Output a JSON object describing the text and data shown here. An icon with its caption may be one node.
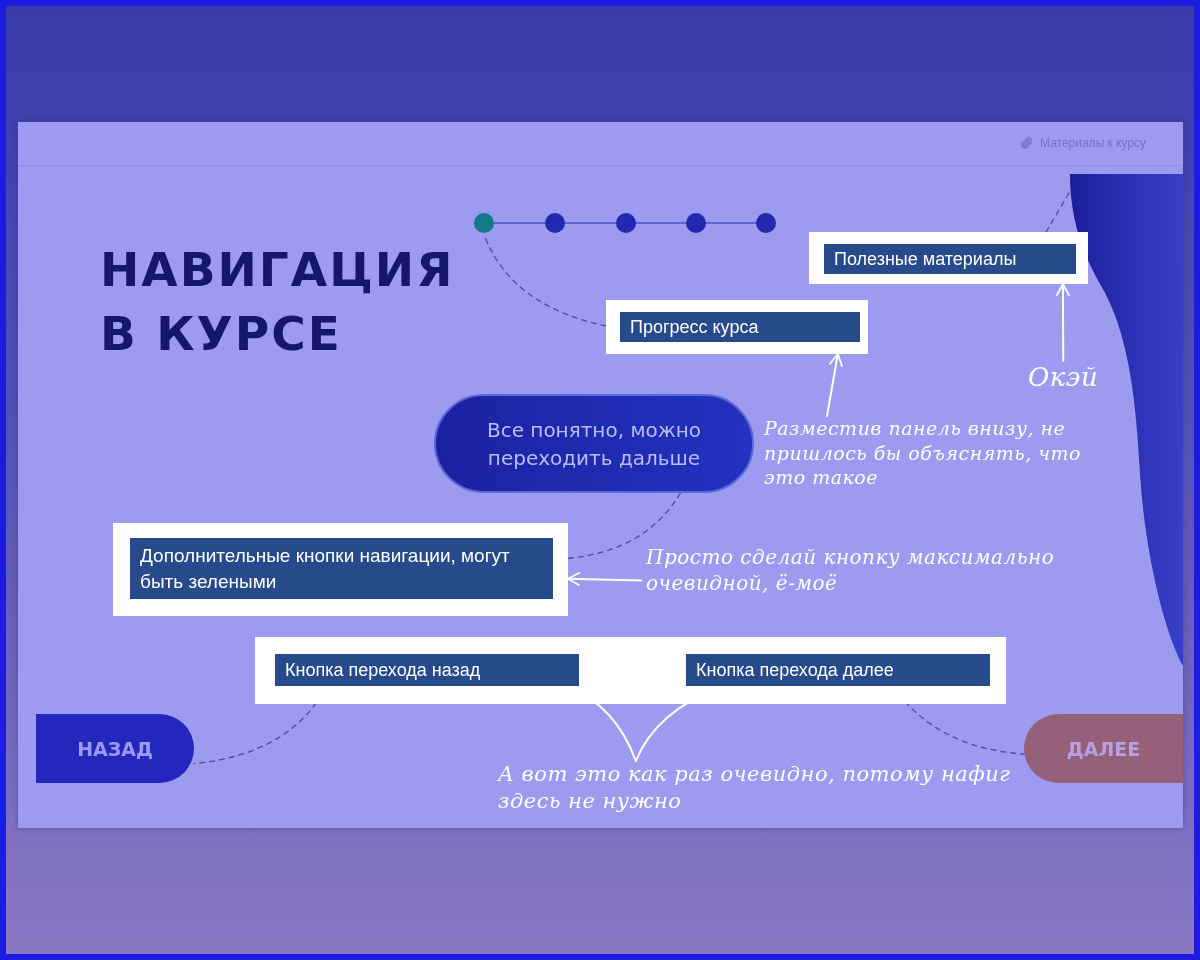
{
  "diagram": {
    "title": "НАВИГАЦИЯ В КУРСЕ",
    "nodes": [
      {
        "text": [],
        "shape": "bar"
      },
      {
        "text": [],
        "shape": "panel"
      },
      {
        "text": [
          "Полезные материалы"
        ]
      },
      {
        "text": [
          "Прогресс курса"
        ]
      },
      {
        "text": [
          "Окэй"
        ]
      },
      {
        "text": [
          "Разместив панель внизу, не пришлось бы объяснять, что это такое"
        ]
      },
      {
        "text": [
          "Все понятно, можно переходить дальше"
        ]
      },
      {
        "text": [
          "Дополнительные кнопки навигации, могут быть зелеными"
        ]
      },
      {
        "text": [
          "Просто сделай кнопку максимально очевидной, ё-моё"
        ]
      },
      {
        "text": [],
        "shape": "box"
      },
      {
        "text": [
          "Кнопка перехода назад"
        ],
        "in": 9
      },
      {
        "text": [
          "Кнопка перехода далее"
        ],
        "in": 9
      },
      {
        "text": [
          "НАЗАД"
        ]
      },
      {
        "text": [
          "ДАЛЕЕ"
        ]
      },
      {
        "text": [
          "А вот это как раз очевидно, потому нафиг здесь не нужно"
        ]
      }
    ],
    "edges": [
      {
        "from": 2,
        "to": 1,
        "arrow": "none",
        "style": "dashed",
        "color": "#4b4f8f"
      },
      {
        "from": 3,
        "to": 0,
        "arrow": "none",
        "style": "dashed",
        "color": "#4b4f8f"
      },
      {
        "from": 4,
        "to": 2,
        "arrow": "to",
        "color": "#ffffff"
      },
      {
        "from": 5,
        "to": 3,
        "arrow": "to",
        "color": "#ffffff"
      },
      {
        "from": 6,
        "to": 7,
        "arrow": "none",
        "style": "dashed",
        "color": "#4b4f8f"
      },
      {
        "from": 8,
        "to": 7,
        "arrow": "to",
        "color": "#ffffff"
      },
      {
        "from": 10,
        "to": 12,
        "arrow": "none",
        "style": "dashed",
        "color": "#4b4f8f"
      },
      {
        "from": 11,
        "to": 13,
        "arrow": "none",
        "style": "dashed",
        "color": "#4b4f8f"
      },
      {
        "from": 14,
        "to": 10,
        "arrow": "to",
        "color": "#ffffff"
      },
      {
        "from": 14,
        "to": 11,
        "arrow": "to",
        "color": "#ffffff"
      }
    ],
    "labels": [
      "Материалы к курсу"
    ]
  }
}
